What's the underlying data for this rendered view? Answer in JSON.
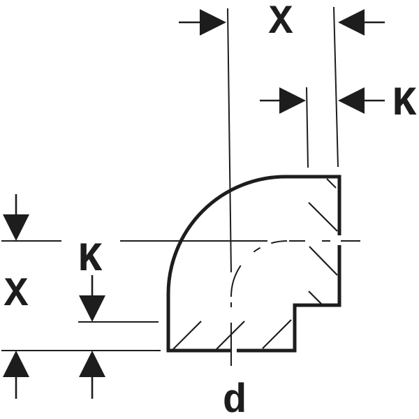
{
  "drawing": {
    "kind": "technical-dimension-drawing",
    "subject": "90-degree elbow pipe bend, sectional view",
    "colors": {
      "background": "#ffffff",
      "ink": "#1d1d1d"
    },
    "labels": {
      "dim_x_top": "X",
      "dim_k_top": "K",
      "dim_k_left": "K",
      "dim_x_left": "X",
      "diameter": "d"
    }
  }
}
